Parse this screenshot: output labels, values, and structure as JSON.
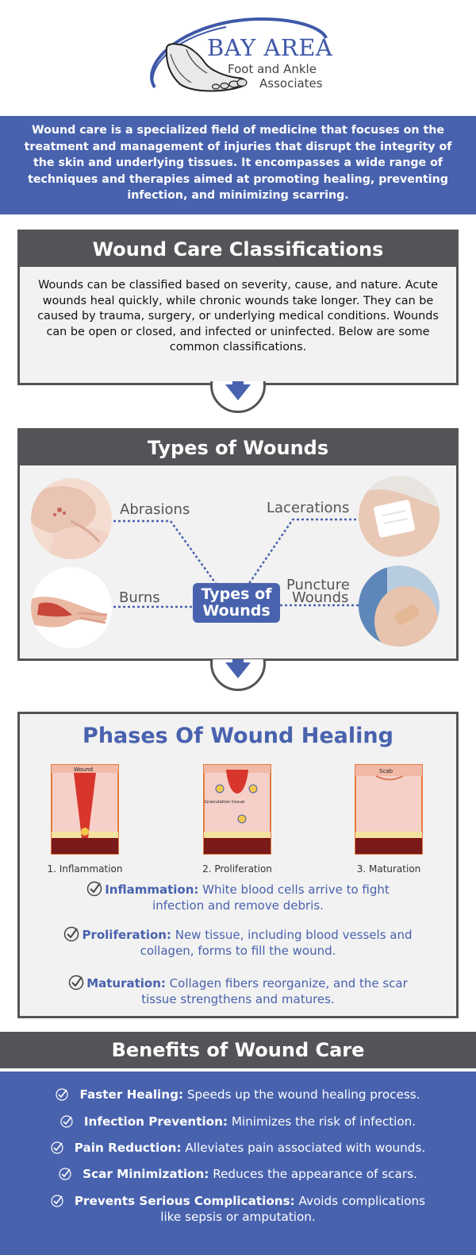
{
  "logo": {
    "brand": "BAY AREA",
    "line1": "Foot and Ankle",
    "line2": "Associates"
  },
  "intro": "Wound care is a specialized field of medicine that focuses on the treatment and management of injuries that disrupt the integrity of the skin and underlying tissues. It encompasses a wide range of techniques and therapies aimed at promoting healing, preventing infection, and minimizing scarring.",
  "classifications": {
    "title": "Wound Care Classifications",
    "body": "Wounds can be classified based on severity, cause, and nature. Acute wounds heal quickly, while chronic wounds take longer. They can be caused by trauma, surgery, or underlying medical conditions. Wounds can be open or closed, and infected or uninfected. Below are some common classifications."
  },
  "types": {
    "title": "Types of Wounds",
    "center_line1": "Types of",
    "center_line2": "Wounds",
    "abrasions": "Abrasions",
    "lacerations": "Lacerations",
    "burns": "Burns",
    "puncture_line1": "Puncture",
    "puncture_line2": "Wounds"
  },
  "phases": {
    "title": "Phases Of Wound Healing",
    "diagram_labels": {
      "wound": "Wound",
      "granulation": "Granulation tissue",
      "scab": "Scab"
    },
    "captions": [
      "1. Inflammation",
      "2. Proliferation",
      "3. Maturation"
    ],
    "items": [
      {
        "term": "Inflammation:",
        "desc_a": " White blood cells arrive to fight",
        "desc_b": "infection and remove debris."
      },
      {
        "term": "Proliferation:",
        "desc_a": " New tissue, including blood vessels and",
        "desc_b": "collagen, forms to fill the wound."
      },
      {
        "term": "Maturation:",
        "desc_a": " Collagen fibers reorganize, and the scar",
        "desc_b": "tissue strengthens and matures."
      }
    ]
  },
  "benefits": {
    "title": "Benefits of Wound Care",
    "items": [
      {
        "term": "Faster Healing:",
        "desc": " Speeds up the wound healing process."
      },
      {
        "term": "Infection Prevention:",
        "desc": " Minimizes the risk of infection."
      },
      {
        "term": "Pain Reduction:",
        "desc": " Alleviates pain associated with wounds."
      },
      {
        "term": "Scar Minimization:",
        "desc": " Reduces the appearance of scars."
      },
      {
        "term": "Prevents Serious Complications:",
        "desc": " Avoids complications",
        "desc2": "like sepsis or amputation."
      }
    ]
  },
  "colors": {
    "brand_blue": "#4862ae",
    "header_gray": "#545458",
    "panel_gray": "#f2f2f2"
  }
}
